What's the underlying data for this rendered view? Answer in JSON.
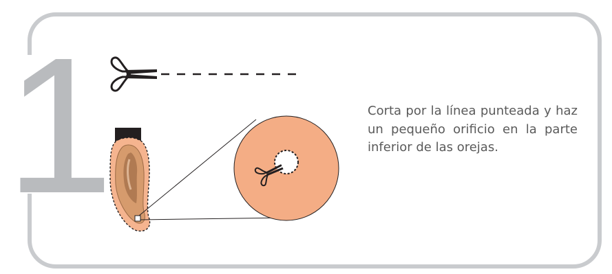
{
  "step": {
    "number": "1"
  },
  "instruction": {
    "text": "Corta por la línea punteada y haz un pequeño orificio en la parte inferior de las orejas."
  },
  "icons": [
    "scissors-icon",
    "ear-illustration",
    "magnifier-circle"
  ],
  "colors": {
    "frame": "#c9cbce",
    "step_number": "#b9bbbe",
    "circle_fill": "#f4ad85",
    "ear_outline_fill": "#f5b48f",
    "ear_skin": "#d69b6d",
    "tab": "#231f20",
    "text": "#5a5a5a",
    "line": "#231f20"
  }
}
